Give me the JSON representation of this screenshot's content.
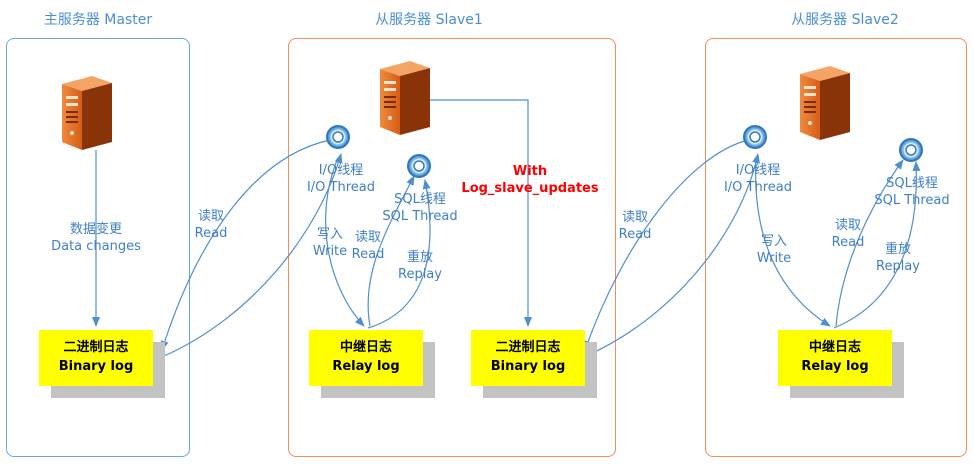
{
  "colors": {
    "master_border": "#6aa9e0",
    "slave_border": "#ef8f5a",
    "arrow": "#4f8fd0",
    "title_text": "#4a8fd6",
    "label_text": "#3f7fc8",
    "highlight_text": "#ff0000",
    "log_fill": "#ffff00",
    "log_shadow": "#c3c3c3",
    "server_orange": "#e8722c",
    "server_dark": "#8a3208"
  },
  "panels": {
    "master": {
      "title": "主服务器 Master"
    },
    "slave1": {
      "title": "从服务器 Slave1"
    },
    "slave2": {
      "title": "从服务器 Slave2"
    }
  },
  "labels": {
    "data_changes_cn": "数据变更",
    "data_changes_en": "Data changes",
    "read1_cn": "读取",
    "read1_en": "Read",
    "io1_cn": "I/O线程",
    "io1_en": "I/O Thread",
    "sql1_cn": "SQL线程",
    "sql1_en": "SQL Thread",
    "write1_cn": "写入",
    "write1_en": "Write",
    "read1b_cn": "读取",
    "read1b_en": "Read",
    "replay1_cn": "重放",
    "replay1_en": "Replay",
    "with_line1": "With",
    "with_line2": "Log_slave_updates",
    "read2_cn": "读取",
    "read2_en": "Read",
    "io2_cn": "I/O线程",
    "io2_en": "I/O Thread",
    "sql2_cn": "SQL线程",
    "sql2_en": "SQL Thread",
    "write2_cn": "写入",
    "write2_en": "Write",
    "read2b_cn": "读取",
    "read2b_en": "Read",
    "replay2_cn": "重放",
    "replay2_en": "Replay"
  },
  "logs": {
    "master_binlog": {
      "cn": "二进制日志",
      "en": "Binary log"
    },
    "slave1_relay": {
      "cn": "中继日志",
      "en": "Relay log"
    },
    "slave1_binlog": {
      "cn": "二进制日志",
      "en": "Binary log"
    },
    "slave2_relay": {
      "cn": "中继日志",
      "en": "Relay log"
    }
  },
  "icons": {
    "server": "server-tower-icon",
    "thread": "thread-ring-icon"
  }
}
